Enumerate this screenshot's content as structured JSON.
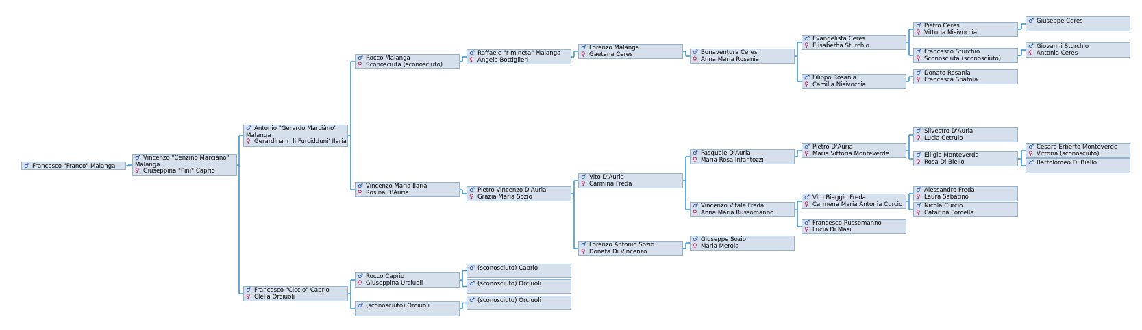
{
  "colors": {
    "box_fill": "#d6dfec",
    "box_border": "#97b4cf",
    "connector": "#3c96d2",
    "male": "#1f4fa0",
    "female": "#b2205a"
  },
  "symbols": {
    "male": "♂",
    "female": "♀"
  },
  "people": [
    {
      "id": "g0",
      "lines": [
        {
          "s": "m",
          "t": "Francesco \"Franco\" Malanga"
        }
      ]
    },
    {
      "id": "g1",
      "lines": [
        {
          "s": "m",
          "t": "Vincenzo \"Cenzino Marciàno\""
        },
        {
          "s": "",
          "t": "Malanga"
        },
        {
          "s": "f",
          "t": "Giuseppina \"Pini\" Caprio"
        }
      ]
    },
    {
      "id": "g2a",
      "lines": [
        {
          "s": "m",
          "t": "Antonio \"Gerardo Marciàno\""
        },
        {
          "s": "",
          "t": "Malanga"
        },
        {
          "s": "f",
          "t": "Gerardina 'r' li Furcidduni' Ilaria"
        }
      ]
    },
    {
      "id": "g2b",
      "lines": [
        {
          "s": "m",
          "t": "Francesco \"Ciccio\" Caprio"
        },
        {
          "s": "f",
          "t": "Clelia Orciuoli"
        }
      ]
    },
    {
      "id": "g3a",
      "lines": [
        {
          "s": "m",
          "t": "Rocco Malanga"
        },
        {
          "s": "f",
          "t": "Sconosciuta (sconosciuto)"
        }
      ]
    },
    {
      "id": "g3b",
      "lines": [
        {
          "s": "m",
          "t": "Vincenzo Maria Ilaria"
        },
        {
          "s": "f",
          "t": "Rosina D'Auria"
        }
      ]
    },
    {
      "id": "g3c",
      "lines": [
        {
          "s": "m",
          "t": "Rocco Caprio"
        },
        {
          "s": "f",
          "t": "Giuseppina Urciuoli"
        }
      ]
    },
    {
      "id": "g3d",
      "lines": [
        {
          "s": "m",
          "t": "(sconosciuto) Orciuoli"
        }
      ]
    },
    {
      "id": "g4a",
      "lines": [
        {
          "s": "m",
          "t": "Raffaele \"r m'neta\" Malanga"
        },
        {
          "s": "f",
          "t": "Angela Bottiglieri"
        }
      ]
    },
    {
      "id": "g4b",
      "lines": [
        {
          "s": "m",
          "t": "Pietro Vincenzo D'Auria"
        },
        {
          "s": "f",
          "t": "Grazia Maria Sozio"
        }
      ]
    },
    {
      "id": "g4c",
      "lines": [
        {
          "s": "m",
          "t": "(sconosciuto) Caprio"
        }
      ]
    },
    {
      "id": "g4d",
      "lines": [
        {
          "s": "m",
          "t": "(sconosciuto) Orciuoli"
        }
      ]
    },
    {
      "id": "g4e",
      "lines": [
        {
          "s": "m",
          "t": "(sconosciuto) Orciuoli"
        }
      ]
    },
    {
      "id": "g5a",
      "lines": [
        {
          "s": "m",
          "t": "Lorenzo Malanga"
        },
        {
          "s": "f",
          "t": "Gaetana Ceres"
        }
      ]
    },
    {
      "id": "g5b",
      "lines": [
        {
          "s": "m",
          "t": "Vito D'Auria"
        },
        {
          "s": "f",
          "t": "Carmina Freda"
        }
      ]
    },
    {
      "id": "g5c",
      "lines": [
        {
          "s": "m",
          "t": "Lorenzo Antonio Sozio"
        },
        {
          "s": "f",
          "t": "Donata Di Vincenzo"
        }
      ]
    },
    {
      "id": "g6a",
      "lines": [
        {
          "s": "m",
          "t": "Bonaventura Ceres"
        },
        {
          "s": "f",
          "t": "Anna Maria Rosania"
        }
      ]
    },
    {
      "id": "g6b",
      "lines": [
        {
          "s": "m",
          "t": "Pasquale D'Auria"
        },
        {
          "s": "f",
          "t": "Maria Rosa Infantozzi"
        }
      ]
    },
    {
      "id": "g6c",
      "lines": [
        {
          "s": "m",
          "t": "Vincenzo Vitale Freda"
        },
        {
          "s": "f",
          "t": "Anna Maria Russomanno"
        }
      ]
    },
    {
      "id": "g6d",
      "lines": [
        {
          "s": "m",
          "t": "Giuseppe Sozio"
        },
        {
          "s": "f",
          "t": "Maria Merola"
        }
      ]
    },
    {
      "id": "g7a",
      "lines": [
        {
          "s": "m",
          "t": "Evangelista Ceres"
        },
        {
          "s": "f",
          "t": "Elisabetha Sturchio"
        }
      ]
    },
    {
      "id": "g7b",
      "lines": [
        {
          "s": "m",
          "t": "Filippo Rosania"
        },
        {
          "s": "f",
          "t": "Camilla Nisivoccia"
        }
      ]
    },
    {
      "id": "g7c",
      "lines": [
        {
          "s": "m",
          "t": "Pietro D'Auria"
        },
        {
          "s": "f",
          "t": "Maria Vittoria Monteverde"
        }
      ]
    },
    {
      "id": "g7d",
      "lines": [
        {
          "s": "m",
          "t": "Vito Biaggio Freda"
        },
        {
          "s": "f",
          "t": "Carmena Maria Antonia Curcio"
        }
      ]
    },
    {
      "id": "g7e",
      "lines": [
        {
          "s": "m",
          "t": "Francesco Russomanno"
        },
        {
          "s": "f",
          "t": "Lucia Di Masi"
        }
      ]
    },
    {
      "id": "g8a",
      "lines": [
        {
          "s": "m",
          "t": "Pietro Ceres"
        },
        {
          "s": "f",
          "t": "Vittoria Nisivoccia"
        }
      ]
    },
    {
      "id": "g8b",
      "lines": [
        {
          "s": "m",
          "t": "Francesco Sturchio"
        },
        {
          "s": "f",
          "t": "Sconosciuta (sconosciuto)"
        }
      ]
    },
    {
      "id": "g8c",
      "lines": [
        {
          "s": "m",
          "t": "Donato Rosania"
        },
        {
          "s": "f",
          "t": "Francesca Spatola"
        }
      ]
    },
    {
      "id": "g8d",
      "lines": [
        {
          "s": "m",
          "t": "Silvestro D'Auria"
        },
        {
          "s": "f",
          "t": "Lucia Cetrulo"
        }
      ]
    },
    {
      "id": "g8e",
      "lines": [
        {
          "s": "m",
          "t": "Eiligio Monteverde"
        },
        {
          "s": "f",
          "t": "Rosa Di Biello"
        }
      ]
    },
    {
      "id": "g8f",
      "lines": [
        {
          "s": "m",
          "t": "Alessandro Freda"
        },
        {
          "s": "f",
          "t": "Laura Sabatino"
        }
      ]
    },
    {
      "id": "g8g",
      "lines": [
        {
          "s": "m",
          "t": "Nicola Curcio"
        },
        {
          "s": "f",
          "t": "Catarina Forcella"
        }
      ]
    },
    {
      "id": "g9a",
      "lines": [
        {
          "s": "m",
          "t": "Giuseppe Ceres"
        }
      ]
    },
    {
      "id": "g9b",
      "lines": [
        {
          "s": "m",
          "t": "Giovanni Sturchio"
        },
        {
          "s": "f",
          "t": "Antonia Ceres"
        }
      ]
    },
    {
      "id": "g9c",
      "lines": [
        {
          "s": "m",
          "t": "Cesare Erberto Monteverde"
        },
        {
          "s": "f",
          "t": "Vittoria (sconosciuto)"
        }
      ]
    },
    {
      "id": "g9d",
      "lines": [
        {
          "s": "m",
          "t": "Bartolomeo Di Biello"
        }
      ]
    }
  ],
  "links": [
    [
      "g0",
      "g1"
    ],
    [
      "g1",
      "g2a"
    ],
    [
      "g1",
      "g2b"
    ],
    [
      "g2a",
      "g3a"
    ],
    [
      "g2a",
      "g3b"
    ],
    [
      "g2b",
      "g3c"
    ],
    [
      "g2b",
      "g3d"
    ],
    [
      "g3a",
      "g4a"
    ],
    [
      "g3b",
      "g4b"
    ],
    [
      "g3c",
      "g4c"
    ],
    [
      "g3c",
      "g4d"
    ],
    [
      "g3d",
      "g4e"
    ],
    [
      "g4a",
      "g5a"
    ],
    [
      "g4b",
      "g5b"
    ],
    [
      "g4b",
      "g5c"
    ],
    [
      "g5a",
      "g6a"
    ],
    [
      "g5b",
      "g6b"
    ],
    [
      "g5b",
      "g6c"
    ],
    [
      "g5c",
      "g6d"
    ],
    [
      "g6a",
      "g7a"
    ],
    [
      "g6a",
      "g7b"
    ],
    [
      "g6b",
      "g7c"
    ],
    [
      "g6c",
      "g7d"
    ],
    [
      "g6c",
      "g7e"
    ],
    [
      "g7a",
      "g8a"
    ],
    [
      "g7a",
      "g8b"
    ],
    [
      "g7b",
      "g8c"
    ],
    [
      "g7c",
      "g8d"
    ],
    [
      "g7c",
      "g8e"
    ],
    [
      "g7d",
      "g8f"
    ],
    [
      "g7d",
      "g8g"
    ],
    [
      "g8a",
      "g9a"
    ],
    [
      "g8b",
      "g9b"
    ],
    [
      "g8e",
      "g9c"
    ],
    [
      "g8e",
      "g9d"
    ]
  ]
}
